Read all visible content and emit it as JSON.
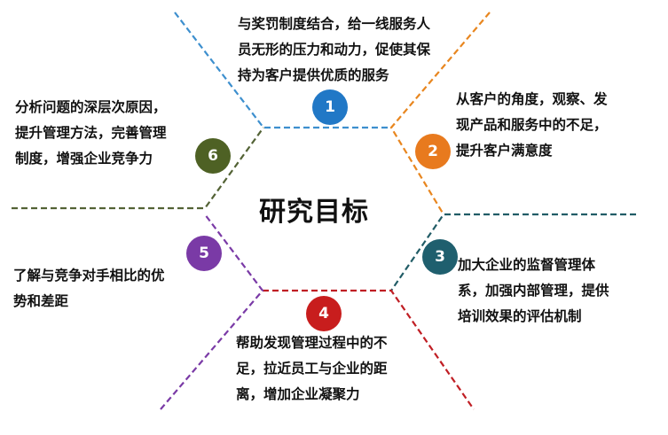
{
  "title": "研究目标",
  "goals": [
    {
      "number": "1",
      "color": "#2178c6",
      "line_color": "#3d8fce",
      "text": "与奖罚制度结合，给一线服务人员无形的压力和动力，促使其保持为客户提供优质的服务",
      "lines": [
        "与奖罚制度结合，给一线服务人",
        "员无形的压力和动力，促使其保",
        "持为客户提供优质的服务"
      ]
    },
    {
      "number": "2",
      "color": "#e87a1e",
      "line_color": "#e8861f",
      "text": "从客户的角度，观察、发现产品和服务中的不足，提升客户满意度",
      "lines": [
        "从客户的角度，观察、发",
        "现产品和服务中的不足，",
        "提升客户满意度"
      ]
    },
    {
      "number": "3",
      "color": "#1f5f6e",
      "line_color": "#215c66",
      "text": "加大企业的监督管理体系，加强内部管理，提供培训效果的评估机制",
      "lines": [
        "加大企业的监督管理体",
        "系，加强内部管理，提供",
        "培训效果的评估机制"
      ]
    },
    {
      "number": "4",
      "color": "#c81d1d",
      "line_color": "#c01e24",
      "text": "帮助发现管理过程中的不足，拉近员工与企业的距离，增加企业凝聚力",
      "lines": [
        "帮助发现管理过程中的不",
        "足，拉近员工与企业的距",
        "离，增加企业凝聚力"
      ]
    },
    {
      "number": "5",
      "color": "#7a3aa6",
      "line_color": "#7a3aa6",
      "text": "了解与竞争对手相比的优势和差距",
      "lines": [
        "了解与竞争对手相比的优",
        "势和差距"
      ]
    },
    {
      "number": "6",
      "color": "#4e6124",
      "line_color": "#536235",
      "text": "分析问题的深层次原因，提升管理方法，完善管理制度，增强企业竞争力",
      "lines": [
        "分析问题的深层次原因，",
        "提升管理方法，完善管理",
        "制度，增强企业竞争力"
      ]
    }
  ]
}
